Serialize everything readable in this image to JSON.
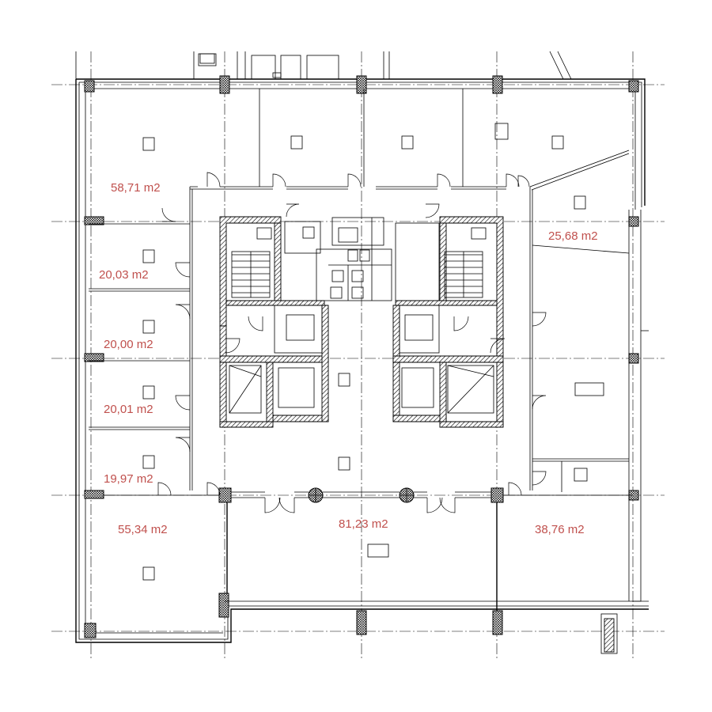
{
  "plan": {
    "area_labels": [
      {
        "id": "room-nw",
        "text": "58,71 m2"
      },
      {
        "id": "room-ne-small",
        "text": "25,68 m2"
      },
      {
        "id": "room-w1",
        "text": "20,03 m2"
      },
      {
        "id": "room-w2",
        "text": "20,00 m2"
      },
      {
        "id": "room-w3",
        "text": "20,01 m2"
      },
      {
        "id": "room-w4",
        "text": "19,97 m2"
      },
      {
        "id": "room-sw",
        "text": "55,34 m2"
      },
      {
        "id": "room-s-center",
        "text": "81,23 m2"
      },
      {
        "id": "room-se",
        "text": "38,76 m2"
      }
    ]
  }
}
